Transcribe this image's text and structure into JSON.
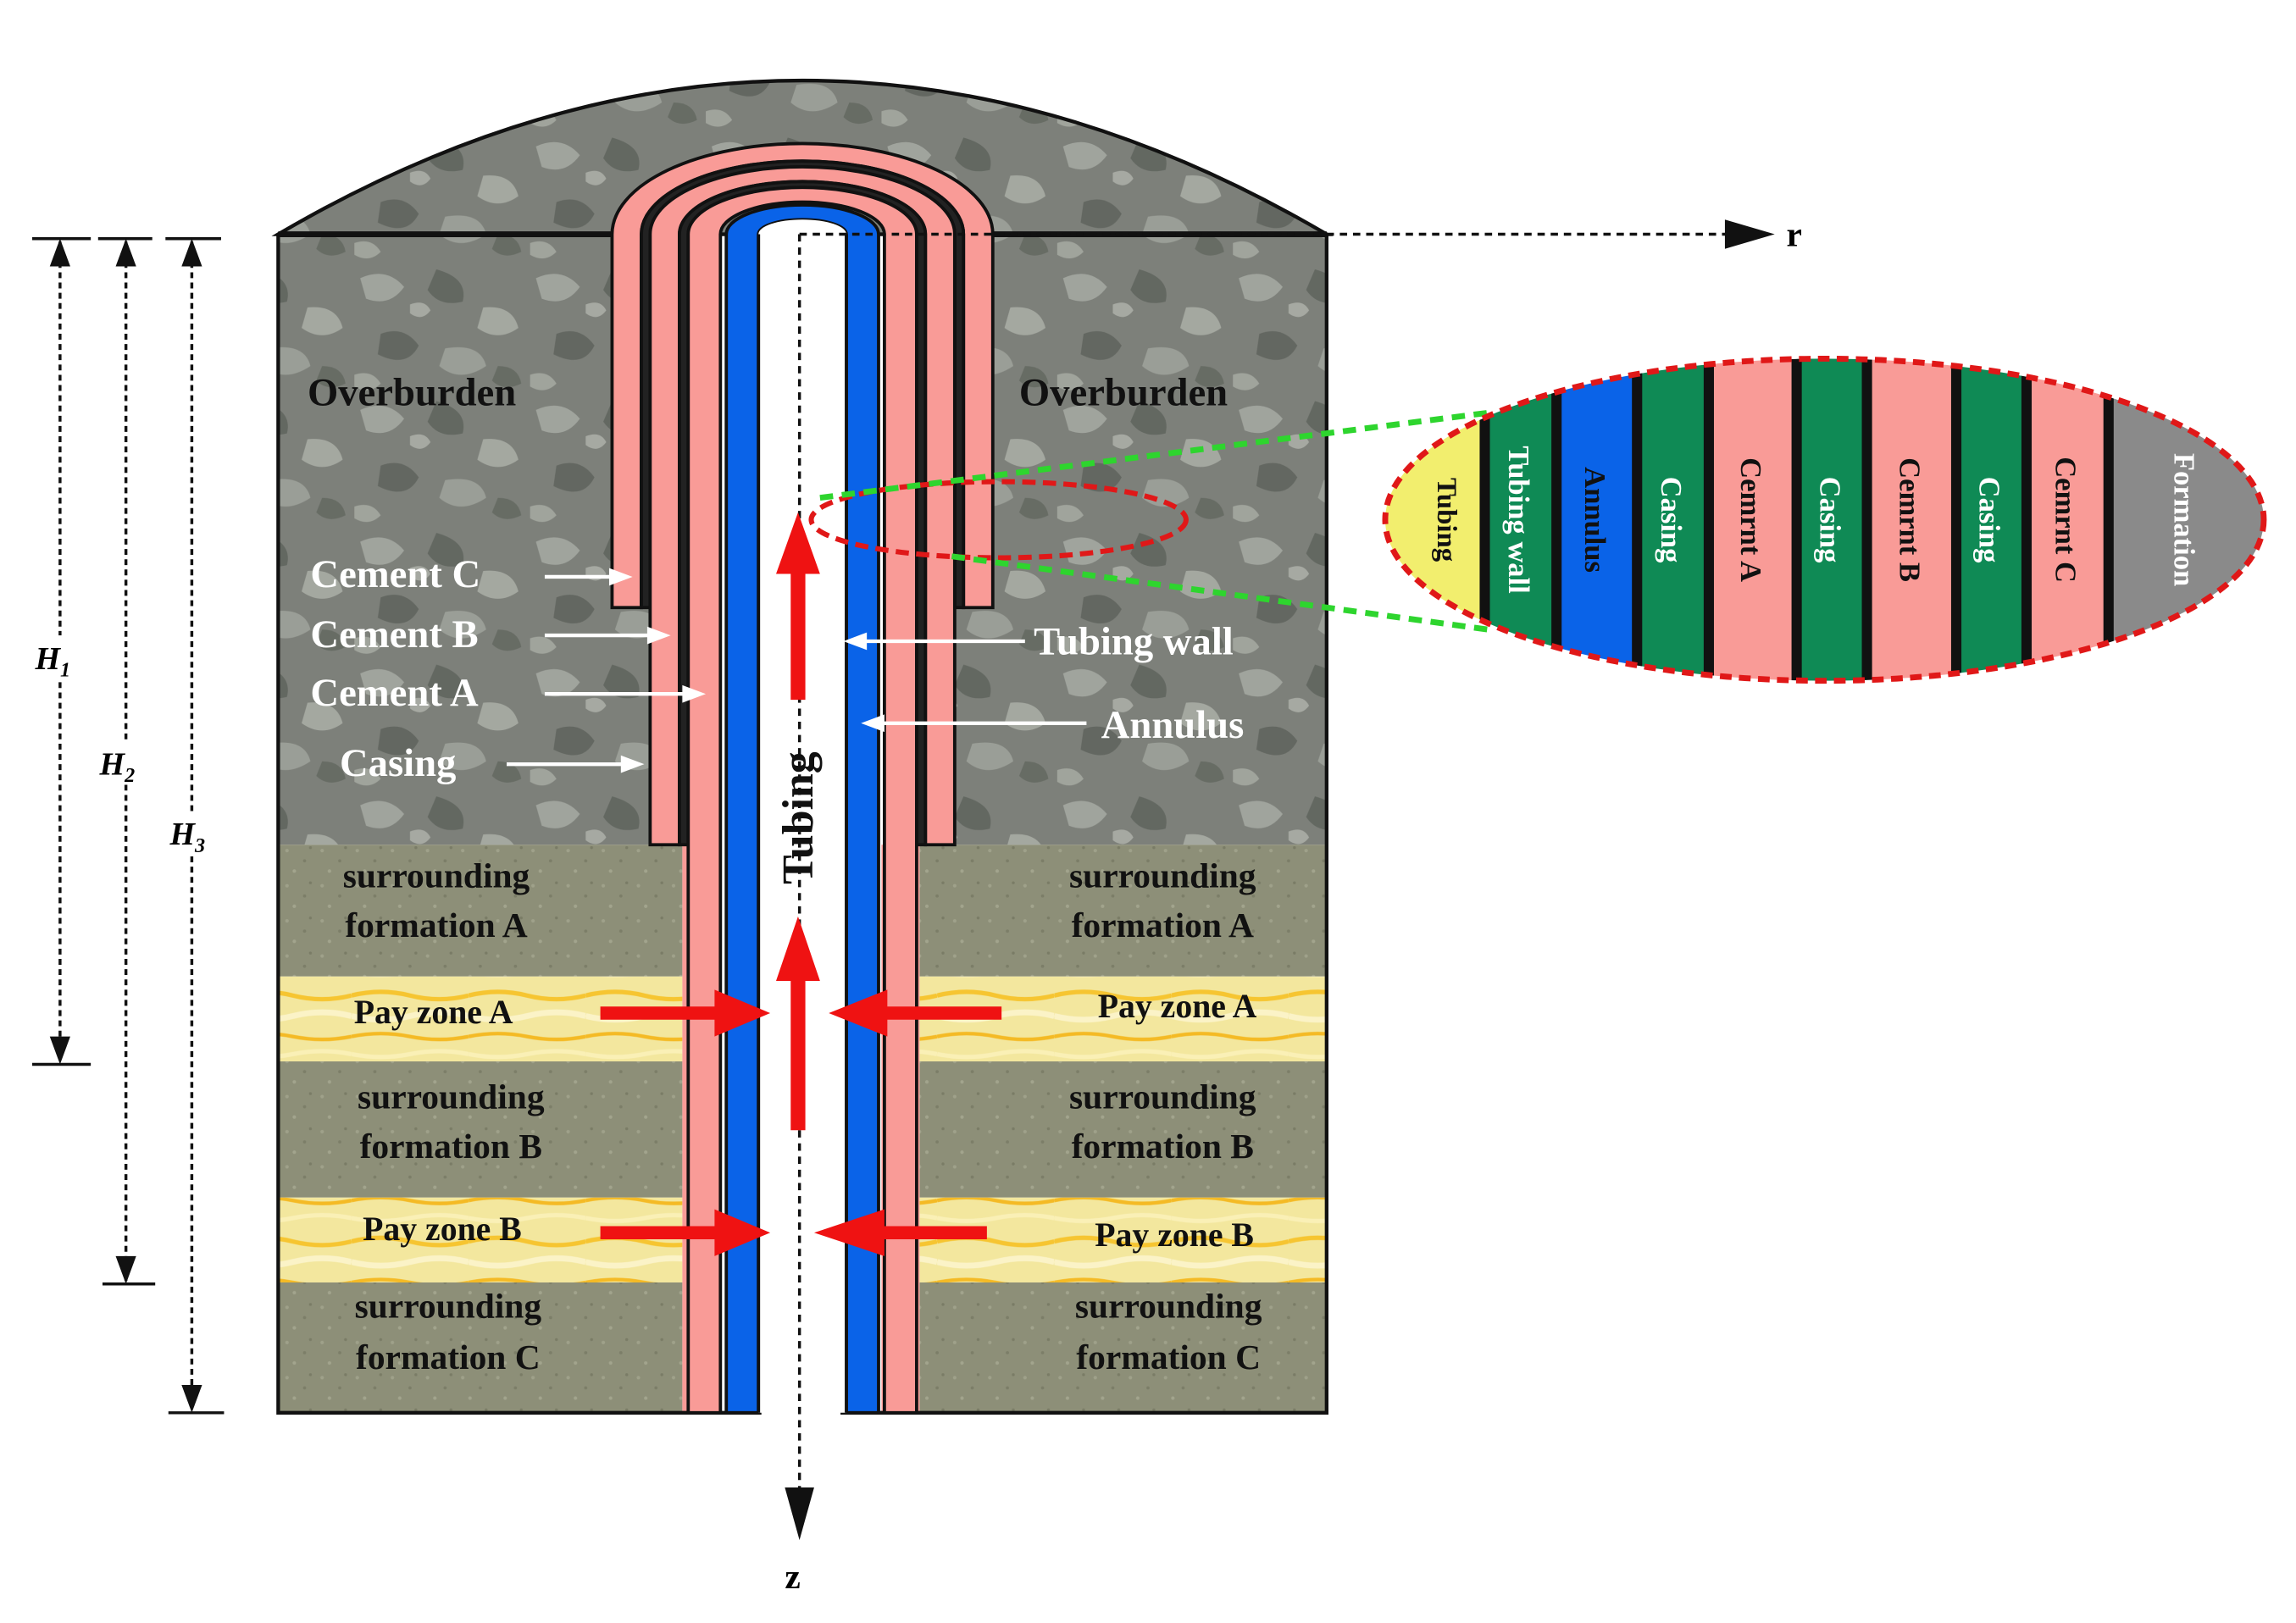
{
  "overburden_labels": [
    "Overburden",
    "Overburden"
  ],
  "left_callouts": [
    "Cement C",
    "Cement B",
    "Cement A",
    "Casing"
  ],
  "right_callouts": [
    "Tubing wall",
    "Annulus"
  ],
  "tubing_label": "Tubing",
  "formations": {
    "surrounding_a": [
      "surrounding",
      "formation A"
    ],
    "surrounding_b": [
      "surrounding",
      "formation B"
    ],
    "surrounding_c": [
      "surrounding",
      "formation C"
    ],
    "pay_zone_a": "Pay zone A",
    "pay_zone_b": "Pay zone B"
  },
  "axes": {
    "r": "r",
    "z": "z"
  },
  "depths": [
    {
      "main": "H",
      "sub": "1"
    },
    {
      "main": "H",
      "sub": "2"
    },
    {
      "main": "H",
      "sub": "3"
    }
  ],
  "cross_section": {
    "layers": [
      {
        "label": "Tubing",
        "color": "#f2ee6e",
        "text": "#111111"
      },
      {
        "label": "Tubing wall",
        "color": "#0f8a55",
        "text": "#ffffff"
      },
      {
        "label": "Annulus",
        "color": "#0a63e8",
        "text": "#111111"
      },
      {
        "label": "Casing",
        "color": "#0f8a55",
        "text": "#ffffff"
      },
      {
        "label": "Cemrnt A",
        "color": "#f99b97",
        "text": "#111111"
      },
      {
        "label": "Casing",
        "color": "#0f8a55",
        "text": "#ffffff"
      },
      {
        "label": "Cemrnt B",
        "color": "#f99b97",
        "text": "#111111"
      },
      {
        "label": "Casing",
        "color": "#0f8a55",
        "text": "#ffffff"
      },
      {
        "label": "Cemrnt C",
        "color": "#f99b97",
        "text": "#111111"
      },
      {
        "label": "Formation",
        "color": "#8a8a8a",
        "text": "#ffffff"
      }
    ]
  },
  "colors": {
    "cement": "#f99b97",
    "annulus": "#0a63e8",
    "overburden": "#7c8079",
    "surrounding_formation": "#8d8f78",
    "pay_zone": "#f3e7a3",
    "flow_arrow": "#ef1212",
    "zoom_ring": "#e01818",
    "zoom_guide": "#2ed52e"
  }
}
